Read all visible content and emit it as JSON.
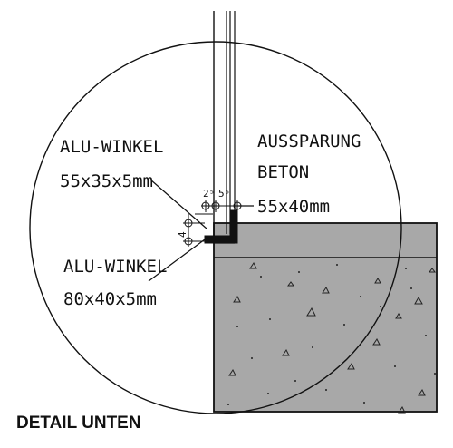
{
  "labels": {
    "alu_winkel_top": "ALU-WINKEL",
    "alu_winkel_top_size": "55x35x5mm",
    "aussparung_line1": "AUSSPARUNG",
    "aussparung_line2": "BETON",
    "aussparung_size": "55x40mm",
    "alu_winkel_bottom": "ALU-WINKEL",
    "alu_winkel_bottom_size": "80x40x5mm",
    "dim_25": "2⁵",
    "dim_5": "5⁵",
    "dim_4": "4",
    "title": "DETAIL UNTEN"
  },
  "colors": {
    "line": "#111111",
    "concrete_fill": "#a8a8a8",
    "aggregate": "#222222"
  }
}
